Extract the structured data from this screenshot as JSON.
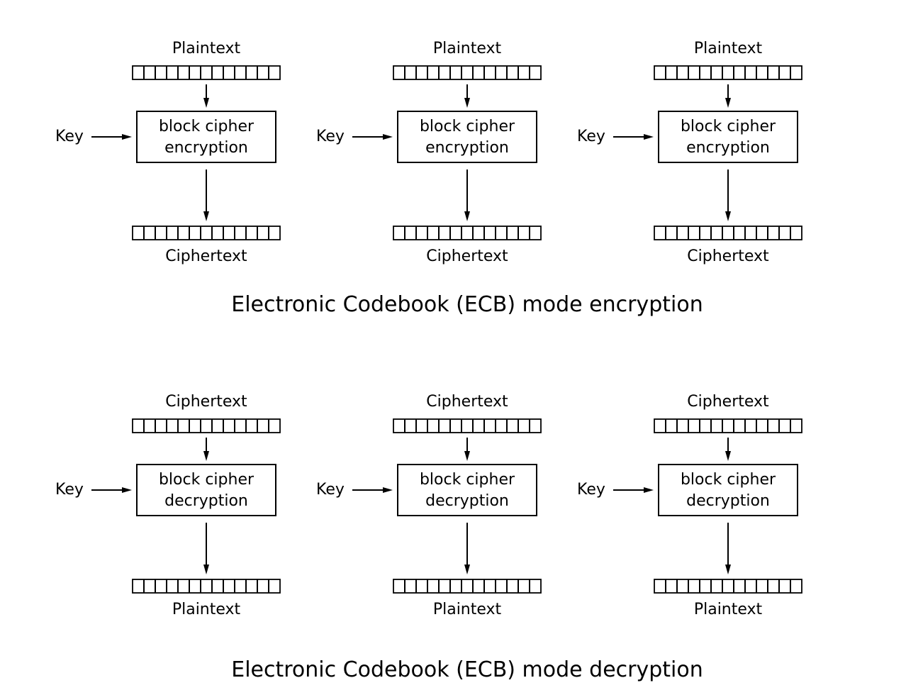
{
  "encryption": {
    "title": "Electronic Codebook (ECB) mode encryption",
    "blocks": [
      {
        "input_label": "Plaintext",
        "key_label": "Key",
        "cipher_label_line1": "block cipher",
        "cipher_label_line2": "encryption",
        "output_label": "Ciphertext"
      },
      {
        "input_label": "Plaintext",
        "key_label": "Key",
        "cipher_label_line1": "block cipher",
        "cipher_label_line2": "encryption",
        "output_label": "Ciphertext"
      },
      {
        "input_label": "Plaintext",
        "key_label": "Key",
        "cipher_label_line1": "block cipher",
        "cipher_label_line2": "encryption",
        "output_label": "Ciphertext"
      }
    ]
  },
  "decryption": {
    "title": "Electronic Codebook (ECB) mode decryption",
    "blocks": [
      {
        "input_label": "Ciphertext",
        "key_label": "Key",
        "cipher_label_line1": "block cipher",
        "cipher_label_line2": "decryption",
        "output_label": "Plaintext"
      },
      {
        "input_label": "Ciphertext",
        "key_label": "Key",
        "cipher_label_line1": "block cipher",
        "cipher_label_line2": "decryption",
        "output_label": "Plaintext"
      },
      {
        "input_label": "Ciphertext",
        "key_label": "Key",
        "cipher_label_line1": "block cipher",
        "cipher_label_line2": "decryption",
        "output_label": "Plaintext"
      }
    ]
  }
}
